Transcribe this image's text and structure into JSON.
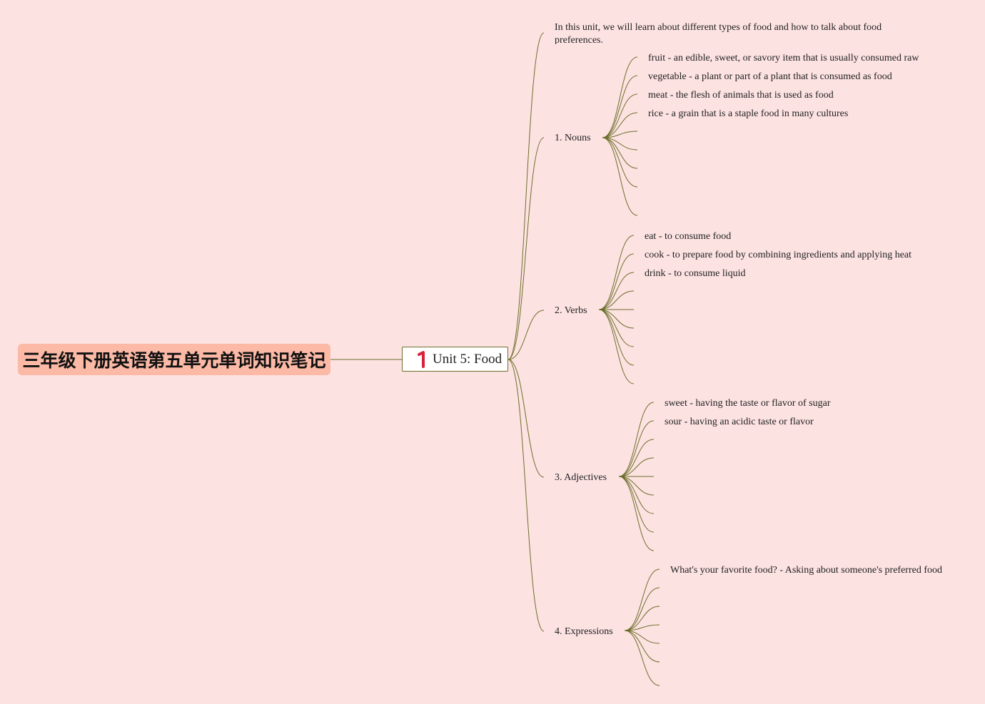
{
  "root": {
    "title": "三年级下册英语第五单元单词知识笔记"
  },
  "main": {
    "title": "Unit 5: Food"
  },
  "intro": "In this unit, we will learn about different types of food and how to talk about food preferences.",
  "branches": [
    {
      "label": "1. Nouns",
      "leaves": [
        "fruit - an edible, sweet, or savory item that is usually consumed raw",
        "vegetable - a plant or part of a plant that is consumed as food",
        "meat - the flesh of animals that is used as food",
        "rice - a grain that is a staple food in many cultures"
      ]
    },
    {
      "label": "2. Verbs",
      "leaves": [
        "eat - to consume food",
        "cook - to prepare food by combining ingredients and applying heat",
        "drink - to consume liquid"
      ]
    },
    {
      "label": "3. Adjectives",
      "leaves": [
        "sweet - having the taste or flavor of sugar",
        "sour - having an acidic taste or flavor"
      ]
    },
    {
      "label": "4. Expressions",
      "leaves": [
        "What's your favorite food? - Asking about someone's preferred food"
      ]
    }
  ],
  "colors": {
    "background": "#fde2e2",
    "line": "#6b6f2a",
    "root_fill": "#fbb9a6",
    "badge": "#d9213a"
  }
}
